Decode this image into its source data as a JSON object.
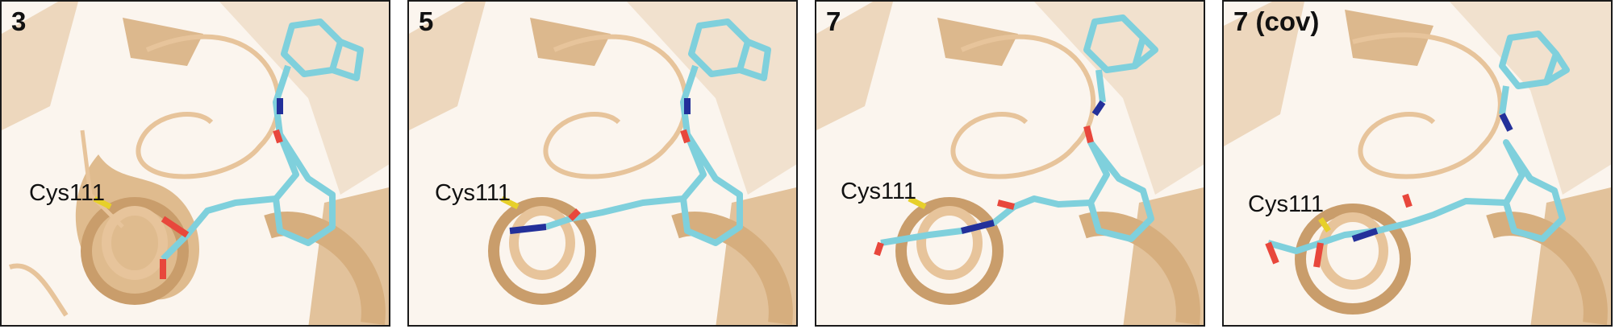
{
  "figure": {
    "panels": [
      {
        "label": "3",
        "residue": "Cys111"
      },
      {
        "label": "5",
        "residue": "Cys111"
      },
      {
        "label": "7",
        "residue": "Cys111"
      },
      {
        "label": "7 (cov)",
        "residue": "Cys111"
      }
    ],
    "colors": {
      "protein": "#e7c49b",
      "protein_dark": "#c99d6b",
      "ligand_carbon": "#7fd0dc",
      "oxygen": "#e8473c",
      "nitrogen": "#23309a",
      "sulfur": "#e7d02a"
    }
  }
}
